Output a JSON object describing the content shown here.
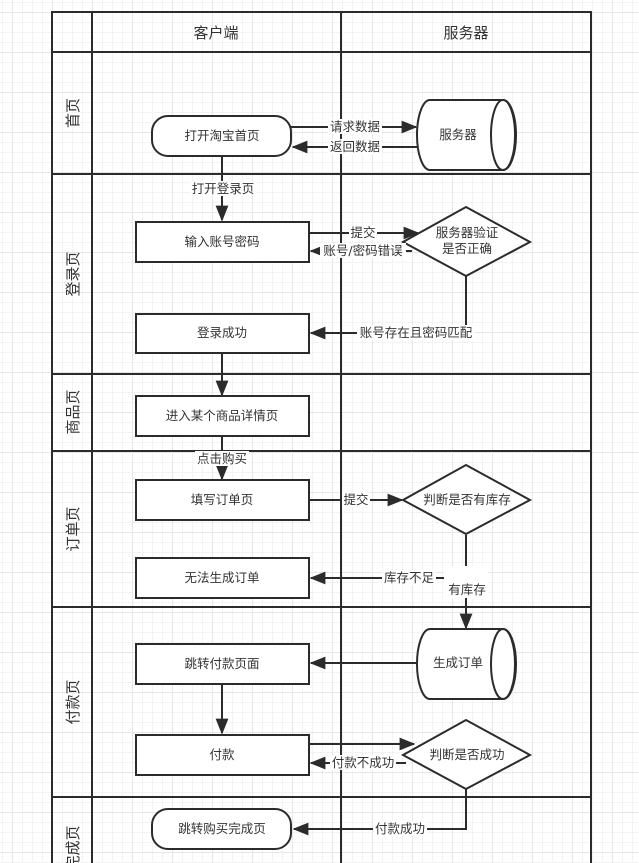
{
  "diagram": {
    "type": "swimlane-flowchart",
    "columns": [
      "客户端",
      "服务器"
    ],
    "lanes": [
      "首页",
      "登录页",
      "商品页",
      "订单页",
      "付款页",
      "完成页"
    ],
    "nodes": {
      "open_home": "打开淘宝首页",
      "server": "服务器",
      "enter_credentials": "输入账号密码",
      "verify_line1": "服务器验证",
      "verify_line2": "是否正确",
      "login_success": "登录成功",
      "product_detail": "进入某个商品详情页",
      "fill_order": "填写订单页",
      "check_stock": "判断是否有库存",
      "order_failed": "无法生成订单",
      "generate_order": "生成订单",
      "goto_payment": "跳转付款页面",
      "pay": "付款",
      "check_success": "判断是否成功",
      "goto_complete": "跳转购买完成页"
    },
    "edges": {
      "request_data": "请求数据",
      "return_data": "返回数据",
      "open_login": "打开登录页",
      "submit": "提交",
      "credential_error": "账号/密码错误",
      "credential_match": "账号存在且密码匹配",
      "click_buy": "点击购买",
      "submit_order": "提交",
      "out_of_stock": "库存不足",
      "in_stock": "有库存",
      "pay_failed": "付款不成功",
      "pay_success": "付款成功"
    }
  }
}
